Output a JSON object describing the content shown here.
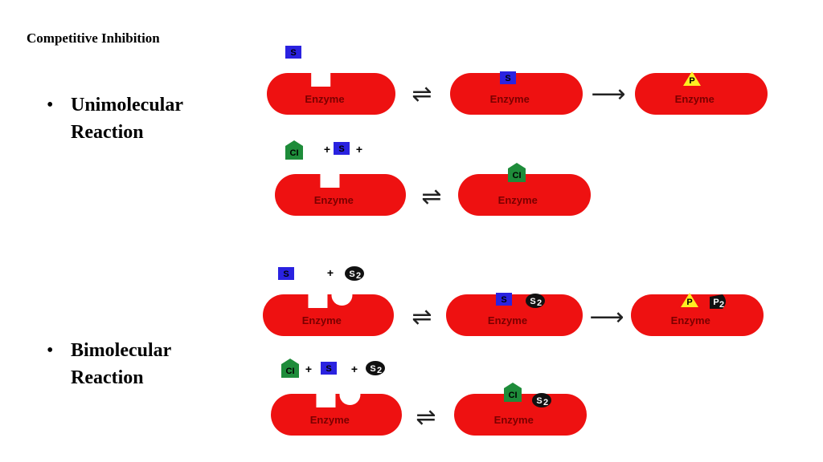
{
  "title": "Competitive Inhibition",
  "bullets": {
    "unimolecular": {
      "marker": "•",
      "line1": "Unimolecular",
      "line2": "Reaction"
    },
    "bimolecular": {
      "marker": "•",
      "line1": "Bimolecular",
      "line2": "Reaction"
    }
  },
  "diagram": {
    "enzyme_label": "Enzyme",
    "substrate_label": "S",
    "substrate2_label": "S",
    "substrate2_subscript": "2",
    "product_label": "P",
    "product2_label": "P",
    "product2_subscript": "2",
    "inhibitor_label": "CI",
    "plus": "+",
    "equilibrium_symbol": "⇌",
    "forward_symbol": "⟶",
    "colors": {
      "enzyme": "#ee1111",
      "substrate": "#2a22e0",
      "substrate2": "#111111",
      "product": "#ffee22",
      "product2": "#111111",
      "inhibitor": "#1e8c3a"
    }
  }
}
